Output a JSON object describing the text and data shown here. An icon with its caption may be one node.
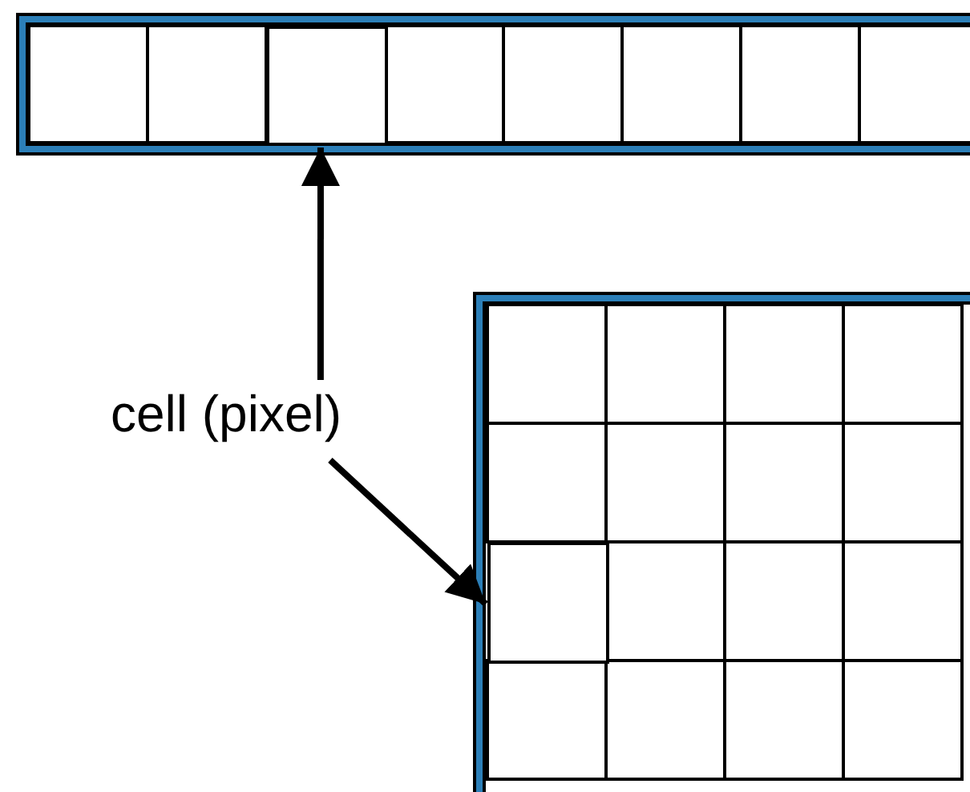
{
  "diagram": {
    "nodes": [
      {
        "text": [
          "cell (pixel)"
        ]
      },
      {
        "text": [],
        "shape": "box"
      },
      {
        "text": [],
        "shape": "box"
      }
    ],
    "edges": [
      {
        "from": 0,
        "to": 1,
        "arrow": "to"
      },
      {
        "from": 0,
        "to": 2,
        "arrow": "to"
      }
    ]
  }
}
